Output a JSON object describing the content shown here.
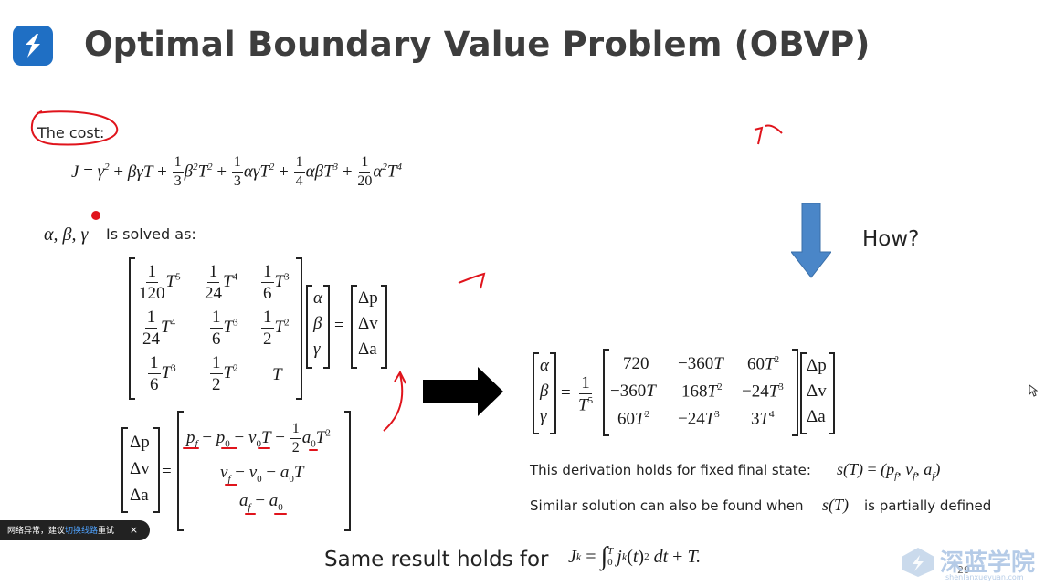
{
  "slide": {
    "title": "Optimal Boundary Value Problem (OBVP)",
    "cost_label": "The cost:",
    "cost_equation": "J = γ² + βγT + (1/3)β²T² + (1/3)αγT² + (1/4)αβT³ + (1/20)α²T⁴",
    "solved_label": "Is solved as:",
    "solved_vars": "α, β, γ",
    "how_label": "How?",
    "derivation_text": "This derivation holds for fixed final state:",
    "derivation_formula": "s(T) = (p_f, v_f, a_f)",
    "similar_text": "Similar solution can also be found when",
    "similar_formula": "s(T)",
    "similar_tail": "is partially defined",
    "bottom_text": "Same result holds for",
    "bottom_formula": "J_k = ∫₀ᵀ j_k(t)² dt + T.",
    "page_number": "29"
  },
  "matrices": {
    "left_rows": [
      [
        "1/120 T⁵",
        "1/24 T⁴",
        "1/6 T³"
      ],
      [
        "1/24 T⁴",
        "1/6 T³",
        "1/2 T²"
      ],
      [
        "1/6 T³",
        "1/2 T²",
        "T"
      ]
    ],
    "abg": [
      "α",
      "β",
      "γ"
    ],
    "deltas": [
      "Δp",
      "Δv",
      "Δa"
    ],
    "right_rows": [
      [
        "720",
        "−360T",
        "60T²"
      ],
      [
        "−360T",
        "168T²",
        "−24T³"
      ],
      [
        "60T²",
        "−24T³",
        "3T⁴"
      ]
    ],
    "prefactor": "1/T⁵",
    "delta_defs": [
      "p_f − p_0 − v_0T − (1/2)a_0T²",
      "v_f − v_0 − a_0T",
      "a_f − a_0"
    ]
  },
  "overlay": {
    "toast_text": "网络异常，建议",
    "toast_link": "切换线路",
    "toast_tail": "重试",
    "toast_close": "×",
    "watermark_cn": "深蓝学院",
    "watermark_en": "shenlanxueyuan.com"
  },
  "colors": {
    "accent_blue": "#1f6fc4",
    "arrow_blue": "#4a86c8",
    "annotation_red": "#e0141c"
  }
}
